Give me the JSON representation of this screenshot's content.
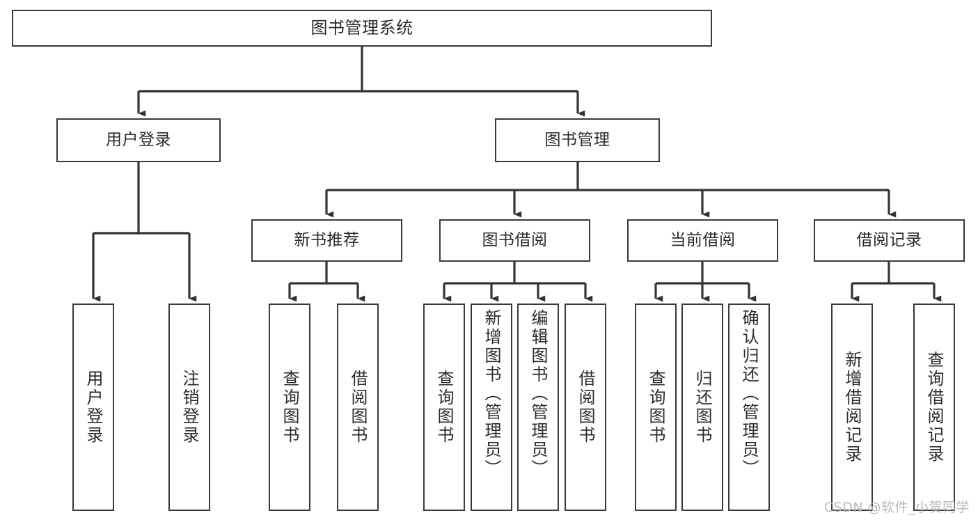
{
  "diagram": {
    "title": "图书管理系统",
    "type": "hierarchy-tree",
    "watermark": "CSDN @软件_小贺同学",
    "colors": {
      "box_border": "#3a3a3a",
      "box_fill": "#ffffff",
      "edge": "#333333",
      "text": "#2b2b2b",
      "watermark": "#b9b9b9"
    },
    "nodes": {
      "root": {
        "label": "图书管理系统"
      },
      "level2": [
        {
          "id": "user-login",
          "label": "用户登录"
        },
        {
          "id": "book-management",
          "label": "图书管理"
        }
      ],
      "level3": [
        {
          "id": "new-book-recommend",
          "label": "新书推荐"
        },
        {
          "id": "book-borrow",
          "label": "图书借阅"
        },
        {
          "id": "current-borrow",
          "label": "当前借阅"
        },
        {
          "id": "borrow-record",
          "label": "借阅记录"
        }
      ],
      "leaves": {
        "user_login": [
          {
            "id": "leaf-user-login",
            "label": "用户登录"
          },
          {
            "id": "leaf-logout-login",
            "label": "注销登录"
          }
        ],
        "new_book_recommend": [
          {
            "id": "leaf-query-book-1",
            "label": "查询图书"
          },
          {
            "id": "leaf-borrow-book-1",
            "label": "借阅图书"
          }
        ],
        "book_borrow": [
          {
            "id": "leaf-query-book-2",
            "label": "查询图书"
          },
          {
            "id": "leaf-add-book",
            "label": "新增图书（管理员）"
          },
          {
            "id": "leaf-edit-book",
            "label": "编辑图书（管理员）"
          },
          {
            "id": "leaf-borrow-book-2",
            "label": "借阅图书"
          }
        ],
        "current_borrow": [
          {
            "id": "leaf-query-book-3",
            "label": "查询图书"
          },
          {
            "id": "leaf-return-book",
            "label": "归还图书"
          },
          {
            "id": "leaf-confirm-return",
            "label": "确认归还（管理员）"
          }
        ],
        "borrow_record": [
          {
            "id": "leaf-add-record",
            "label": "新增借阅记录"
          },
          {
            "id": "leaf-query-record",
            "label": "查询借阅记录"
          }
        ]
      }
    }
  }
}
